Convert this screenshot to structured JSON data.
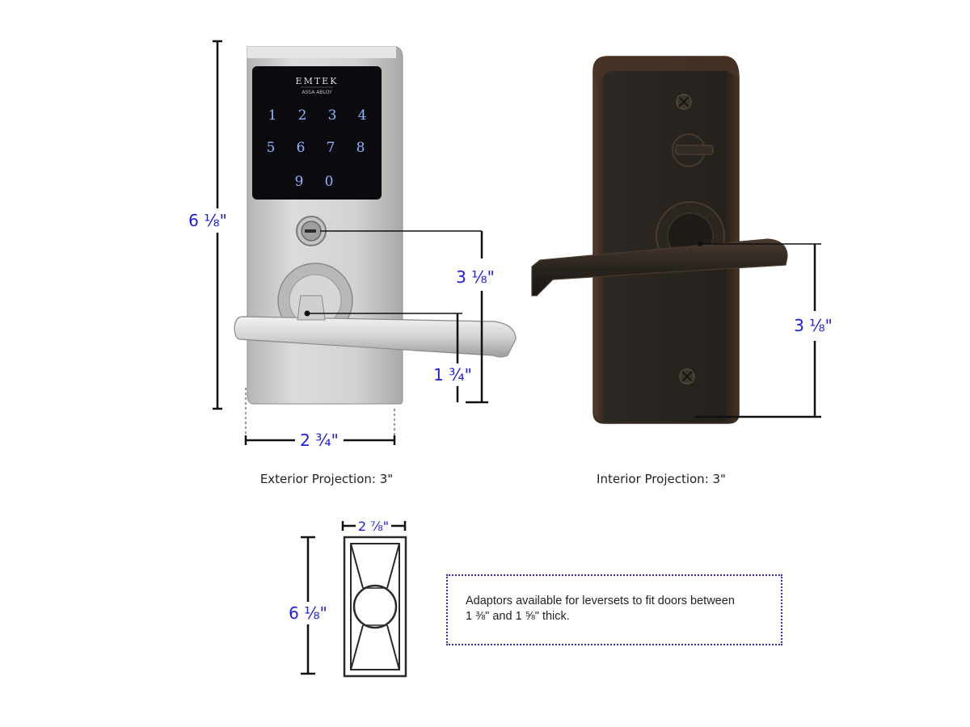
{
  "brand": {
    "name": "EMTEK",
    "subname": "ASSA ABLOY"
  },
  "keypad": {
    "keys": [
      "1",
      "2",
      "3",
      "4",
      "5",
      "6",
      "7",
      "8",
      "9",
      "0"
    ]
  },
  "dimensions": {
    "exterior_height": "6 ⅛\"",
    "exterior_width": "2 ¾\"",
    "exterior_keyhole_to_bottom": "3 ⅛\"",
    "exterior_lever_to_bottom": "1 ¾\"",
    "interior_lever_to_bottom": "3 ⅛\"",
    "template_width": "2 ⅞\"",
    "template_height": "6 ⅛\""
  },
  "captions": {
    "exterior": "Exterior Projection: 3\"",
    "interior": "Interior Projection: 3\""
  },
  "note": {
    "line1": "Adaptors available for leversets to fit doors between",
    "line2": "1 ⅜\" and 1 ⅝\" thick."
  },
  "colors": {
    "dimension_text": "#1c1ce0",
    "satin_nickel": "#c9c9c9",
    "oil_rubbed_bronze": "#2a2520",
    "keypad_glass": "#0b0b0f",
    "note_border": "#2b2bd6"
  }
}
